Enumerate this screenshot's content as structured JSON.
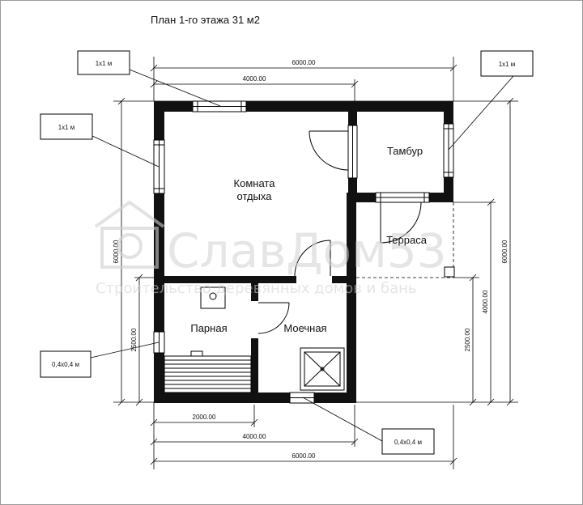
{
  "title": "План 1-го этажа 31 м2",
  "rooms": {
    "rest_room_line1": "Комната",
    "rest_room_line2": "отдыха",
    "vestibule": "Тамбур",
    "terrace": "Терраса",
    "steam_room": "Парная",
    "washroom": "Моечная"
  },
  "callouts": {
    "top_left": "1х1 м",
    "top_right": "1х1 м",
    "left": "1х1 м",
    "vent_left": "0,4х0,4 м",
    "vent_bottom": "0,4х0,4 м"
  },
  "dimensions": {
    "top_overall": "6000.00",
    "top_partial": "4000.00",
    "bottom_2000": "2000.00",
    "bottom_4000": "4000.00",
    "bottom_6000": "6000.00",
    "left_6000": "6000.00",
    "left_2500": "2500.00",
    "right_2500": "2500.00",
    "right_4000": "4000.00",
    "right_6000": "6000.00"
  },
  "watermark": {
    "brand": "СлавДом53",
    "tagline": "Строительство деревянных домов и бань"
  },
  "colors": {
    "wall": "#111111",
    "line": "#000000",
    "watermark": "#d0d0d0"
  }
}
